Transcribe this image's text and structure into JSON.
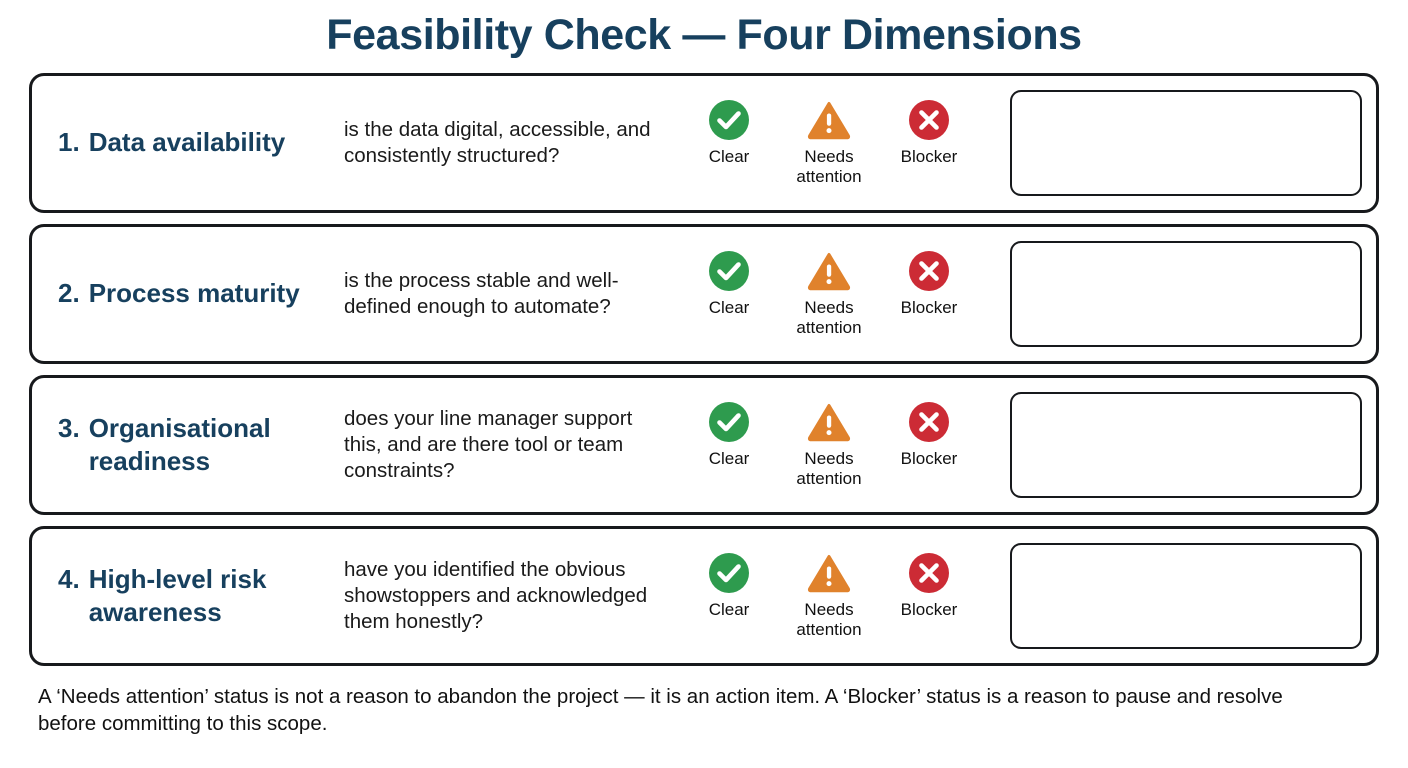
{
  "title": "Feasibility Check — Four Dimensions",
  "statuses": [
    {
      "icon": "check-circle-icon",
      "label": "Clear",
      "color": "#2e9b4e"
    },
    {
      "icon": "warning-triangle-icon",
      "label": "Needs attention",
      "color": "#e0822c"
    },
    {
      "icon": "x-circle-icon",
      "label": "Blocker",
      "color": "#cc2b35"
    }
  ],
  "rows": [
    {
      "number": "1.",
      "name": "Data availability",
      "question": "is the data digital, accessible, and consistently structured?",
      "note_value": ""
    },
    {
      "number": "2.",
      "name": "Process maturity",
      "question": "is the process stable and well-defined enough to automate?",
      "note_value": ""
    },
    {
      "number": "3.",
      "name": "Organisational readiness",
      "question": "does your line manager support this, and are there tool or team constraints?",
      "note_value": ""
    },
    {
      "number": "4.",
      "name": "High-level risk awareness",
      "question": "have you identified the obvious showstoppers and acknowledged them honestly?",
      "note_value": ""
    }
  ],
  "footer": "A ‘Needs attention’ status is not a reason to abandon the project — it is an action item. A ‘Blocker’ status is a reason to pause and resolve before committing to this scope.",
  "colors": {
    "title": "#17405e",
    "heading": "#17405e",
    "border": "#17191c",
    "text": "#1a1a1a",
    "clear": "#2e9b4e",
    "needs_attention": "#e0822c",
    "blocker": "#cc2b35"
  }
}
